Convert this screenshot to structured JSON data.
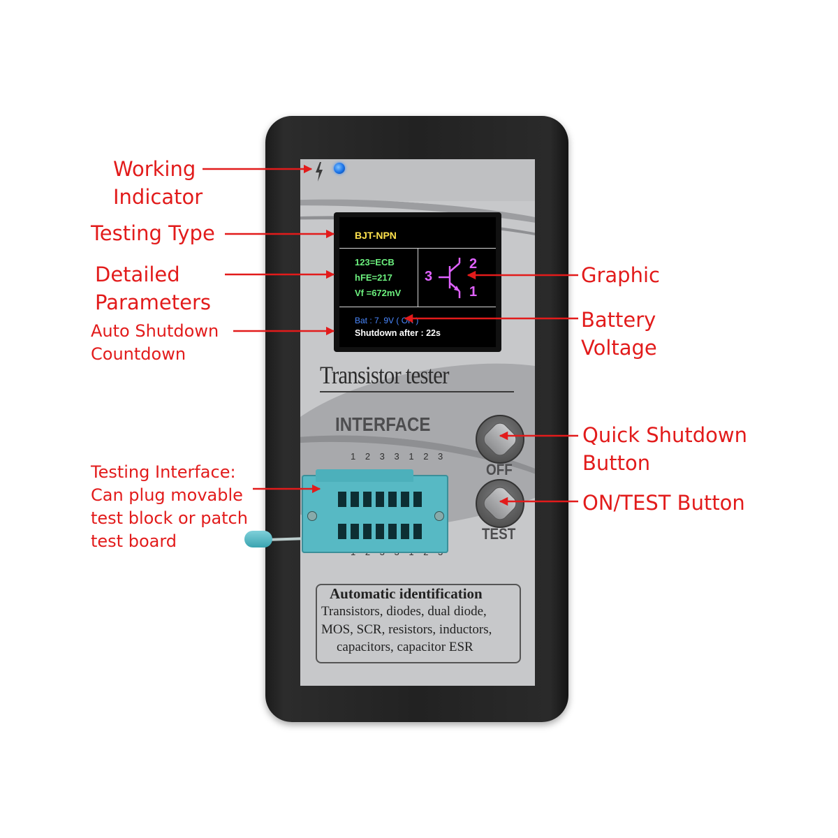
{
  "annotations": {
    "working_indicator": [
      "Working",
      "Indicator"
    ],
    "testing_type": "Testing Type",
    "detailed_parameters": [
      "Detailed",
      "Parameters"
    ],
    "auto_shutdown": [
      "Auto Shutdown",
      "Countdown"
    ],
    "graphic": "Graphic",
    "battery_voltage": [
      "Battery",
      "Voltage"
    ],
    "quick_shutdown": [
      "Quick Shutdown",
      "Button"
    ],
    "on_test": "ON/TEST Button",
    "testing_interface": [
      "Testing Interface:",
      "Can plug movable",
      "test block or patch",
      "test board"
    ]
  },
  "lcd": {
    "type": "BJT-NPN",
    "params": [
      "123=ECB",
      "hFE=217",
      "Vf =672mV"
    ],
    "pins": {
      "left": "3",
      "top": "2",
      "bottom": "1"
    },
    "battery": "Bat : 7. 9V  ( ",
    "battery_status": "OK",
    "shutdown": "Shutdown after : 22s"
  },
  "panel": {
    "brand": "Transistor tester",
    "interface_label": "INTERFACE",
    "pin_numbers": "1 2 3 3 1 2 3",
    "off_label": "OFF",
    "test_label": "TEST",
    "info_title": "Automatic identification",
    "info_lines": [
      "Transistors, diodes, dual diode,",
      "MOS, SCR, resistors, inductors,",
      "capacitors, capacitor ESR"
    ]
  },
  "colors": {
    "annotation": "#e21b1b",
    "lcd_type": "#ffe24d",
    "lcd_params": "#6cf07e",
    "lcd_symbol": "#e062ff",
    "lcd_battery": "#4a88ff",
    "led": "#1a73e8",
    "zif_socket": "#57b9c4"
  }
}
